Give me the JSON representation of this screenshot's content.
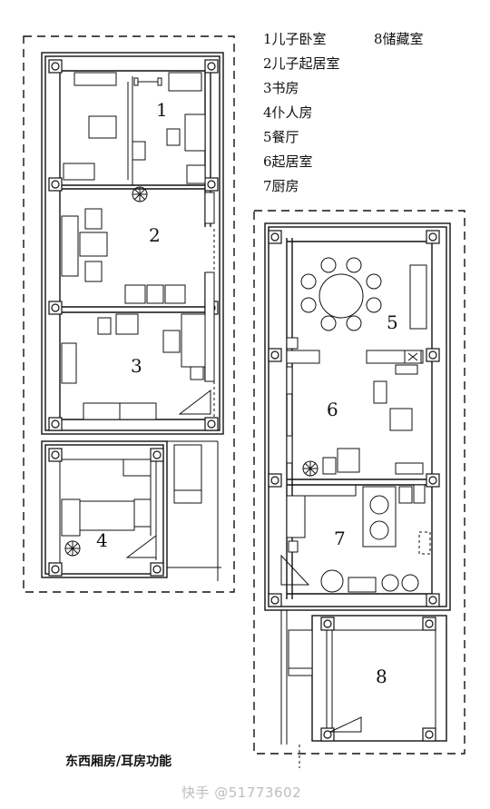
{
  "legend": {
    "items": [
      {
        "num": "1",
        "label": "儿子卧室"
      },
      {
        "num": "2",
        "label": "儿子起居室"
      },
      {
        "num": "3",
        "label": "书房"
      },
      {
        "num": "4",
        "label": "仆人房"
      },
      {
        "num": "5",
        "label": "餐厅"
      },
      {
        "num": "6",
        "label": "起居室"
      },
      {
        "num": "7",
        "label": "厨房"
      },
      {
        "num": "8",
        "label": "储藏室"
      }
    ]
  },
  "rooms": {
    "r1": "1",
    "r2": "2",
    "r3": "3",
    "r4": "4",
    "r5": "5",
    "r6": "6",
    "r7": "7",
    "r8": "8"
  },
  "caption": "东西厢房/耳房功能",
  "watermark": "快手 @51773602"
}
